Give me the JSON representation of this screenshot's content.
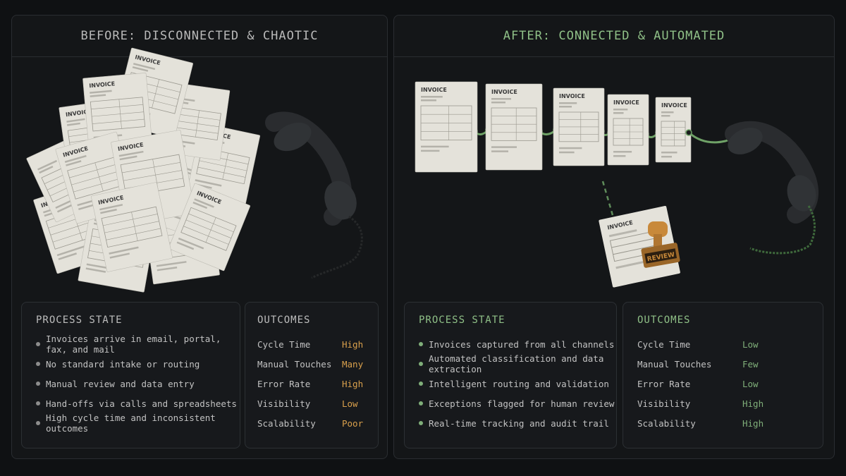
{
  "before": {
    "title": "BEFORE: DISCONNECTED & CHAOTIC",
    "invoice_label": "INVOICE",
    "process": {
      "title": "PROCESS STATE",
      "items": [
        "Invoices arrive in email, portal, fax, and mail",
        "No standard intake or routing",
        "Manual review and data entry",
        "Hand-offs via calls and spreadsheets",
        "High cycle time and inconsistent outcomes"
      ]
    },
    "outcomes": {
      "title": "OUTCOMES",
      "rows": [
        {
          "k": "Cycle Time",
          "v": "High"
        },
        {
          "k": "Manual Touches",
          "v": "Many"
        },
        {
          "k": "Error Rate",
          "v": "High"
        },
        {
          "k": "Visibility",
          "v": "Low"
        },
        {
          "k": "Scalability",
          "v": "Poor"
        }
      ]
    }
  },
  "after": {
    "title": "AFTER: CONNECTED & AUTOMATED",
    "invoice_label": "INVOICE",
    "stamp_label": "REVIEW",
    "process": {
      "title": "PROCESS STATE",
      "items": [
        "Invoices captured from all channels",
        "Automated classification and data extraction",
        "Intelligent routing and validation",
        "Exceptions flagged for human review",
        "Real-time tracking and audit trail"
      ]
    },
    "outcomes": {
      "title": "OUTCOMES",
      "rows": [
        {
          "k": "Cycle Time",
          "v": "Low"
        },
        {
          "k": "Manual Touches",
          "v": "Few"
        },
        {
          "k": "Error Rate",
          "v": "Low"
        },
        {
          "k": "Visibility",
          "v": "High"
        },
        {
          "k": "Scalability",
          "v": "High"
        }
      ]
    }
  },
  "colors": {
    "before_accent": "#d9a04c",
    "after_accent": "#7fae79",
    "title_before": "#b9b9b9",
    "title_after": "#8fc087",
    "paper": "#e4e2da"
  }
}
